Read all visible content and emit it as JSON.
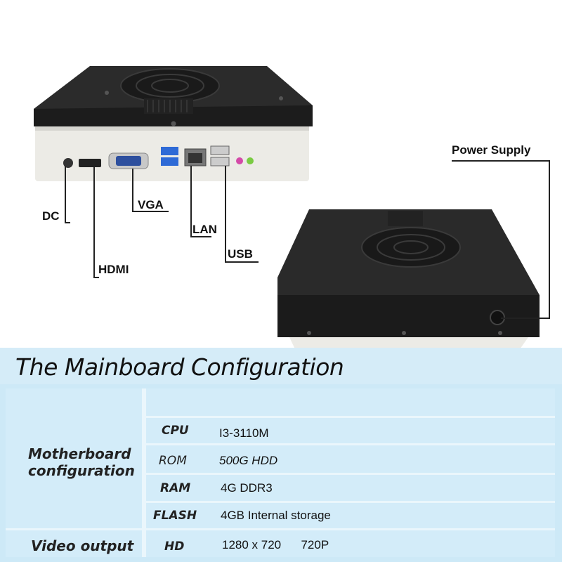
{
  "labels": {
    "dc": "DC",
    "hdmi": "HDMI",
    "vga": "VGA",
    "lan": "LAN",
    "usb": "USB",
    "power_supply": "Power Supply"
  },
  "config": {
    "title": "The Mainboard Configuration",
    "groups": {
      "motherboard": "Motherboard configuration",
      "video": "Video output"
    },
    "rows": [
      {
        "key": "CPU",
        "value": "I3-3110M"
      },
      {
        "key": "ROM",
        "value": "500G HDD"
      },
      {
        "key": "RAM",
        "value": "4G DDR3"
      },
      {
        "key": "FLASH",
        "value": "4GB Internal storage"
      },
      {
        "key": "HD",
        "value": "1280 x 720      720P"
      }
    ]
  },
  "colors": {
    "panel_bg": "#cde9f7",
    "case_top": "#2a2a2a",
    "case_body": "#eeeeea"
  }
}
